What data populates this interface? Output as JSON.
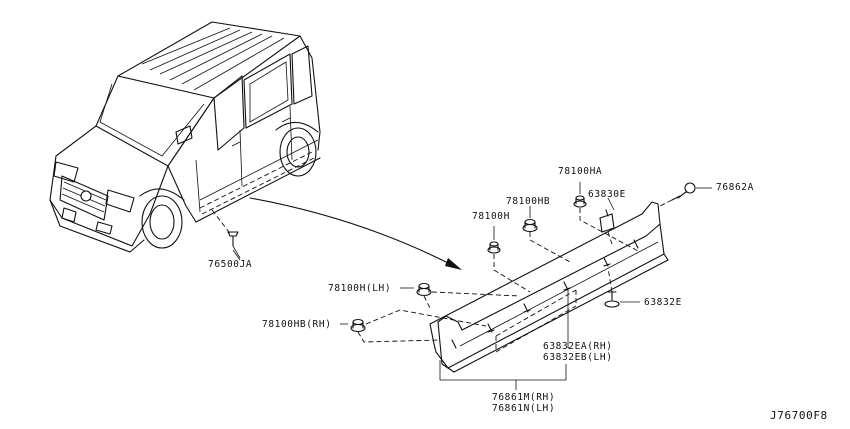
{
  "diagram_id": "J76700F8",
  "parts": [
    {
      "id": "p76500JA",
      "label": "76500JA"
    },
    {
      "id": "p78100HA",
      "label": "78100HA"
    },
    {
      "id": "p63830E",
      "label": "63830E"
    },
    {
      "id": "p76862A",
      "label": "76862A"
    },
    {
      "id": "p78100HB",
      "label": "78100HB"
    },
    {
      "id": "p78100H",
      "label": "78100H"
    },
    {
      "id": "p78100H_LH",
      "label": "78100H(LH)"
    },
    {
      "id": "p78100HB_RH",
      "label": "78100HB(RH)"
    },
    {
      "id": "p63832E",
      "label": "63832E"
    },
    {
      "id": "p63832EA_RH",
      "label": "63832EA(RH)"
    },
    {
      "id": "p63832EB_LH",
      "label": "63832EB(LH)"
    },
    {
      "id": "p76861M_RH",
      "label": "76861M(RH)"
    },
    {
      "id": "p76861N_LH",
      "label": "76861N(LH)"
    }
  ]
}
